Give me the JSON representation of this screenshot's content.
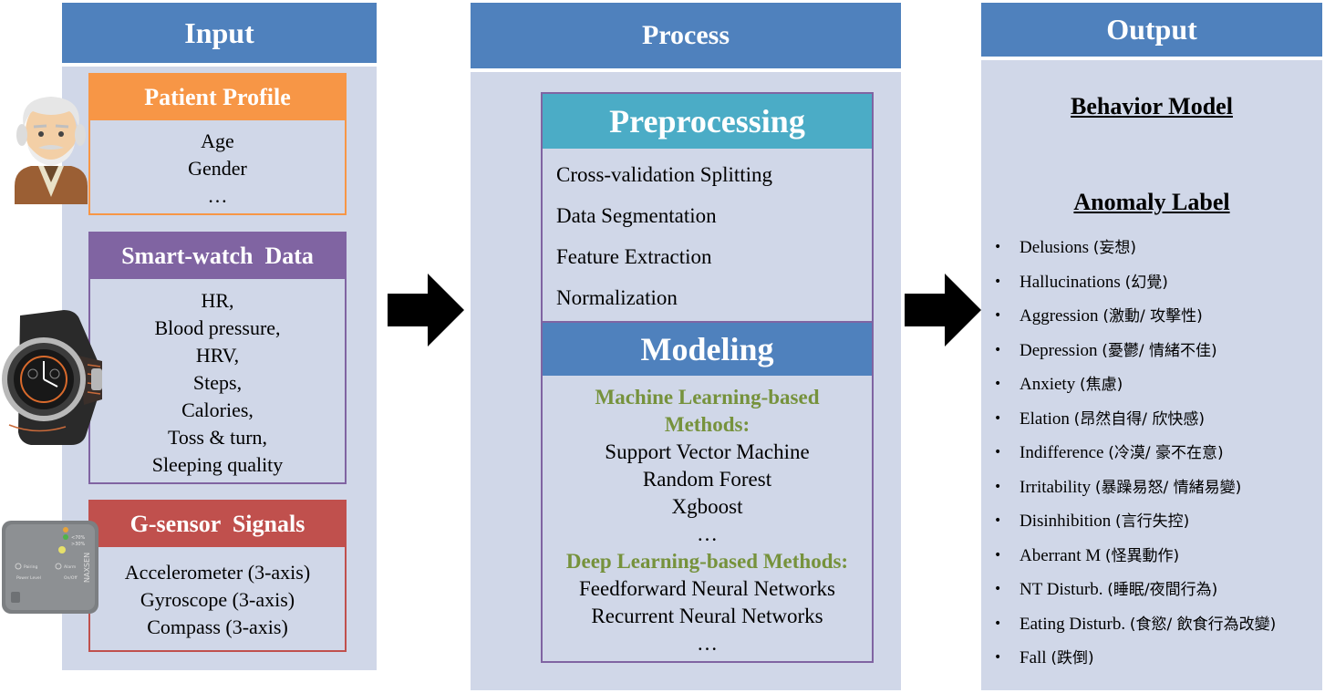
{
  "input": {
    "header": "Input",
    "patient_profile": {
      "title": "Patient Profile",
      "items": [
        "Age",
        "Gender",
        "…"
      ]
    },
    "smartwatch": {
      "title": "Smart-watch  Data",
      "items": [
        "HR,",
        "Blood pressure,",
        "HRV,",
        "Steps,",
        "Calories,",
        "Toss & turn,",
        "Sleeping quality"
      ]
    },
    "gsensor": {
      "title": "G-sensor  Signals",
      "items": [
        "Accelerometer (3-axis)",
        "Gyroscope (3-axis)",
        "Compass (3-axis)"
      ]
    }
  },
  "process": {
    "header": "Process",
    "preprocessing": {
      "title": "Preprocessing",
      "items": [
        "Cross-validation Splitting",
        "Data Segmentation",
        "Feature Extraction",
        "Normalization"
      ]
    },
    "modeling": {
      "title": "Modeling",
      "ml_heading_1": "Machine Learning-based",
      "ml_heading_2": "Methods:",
      "ml_items": [
        "Support Vector Machine",
        "Random Forest",
        "Xgboost",
        "…"
      ],
      "dl_heading": "Deep Learning-based Methods:",
      "dl_items": [
        "Feedforward Neural Networks",
        "Recurrent Neural Networks",
        "…"
      ]
    }
  },
  "output": {
    "header": "Output",
    "behavior_model": "Behavior Model",
    "anomaly_label": "Anomaly Label",
    "anomalies": [
      {
        "en": "Delusions ",
        "zh": "(妄想)"
      },
      {
        "en": "Hallucinations ",
        "zh": "(幻覺)"
      },
      {
        "en": "Aggression ",
        "zh": "(激動/ 攻擊性)"
      },
      {
        "en": "Depression ",
        "zh": "(憂鬱/ 情緒不佳)"
      },
      {
        "en": "Anxiety ",
        "zh": "(焦慮)"
      },
      {
        "en": "Elation ",
        "zh": "(昂然自得/ 欣快感)"
      },
      {
        "en": "Indifference ",
        "zh": "(冷漠/ 豪不在意)"
      },
      {
        "en": "Irritability ",
        "zh": "(暴躁易怒/ 情緒易變)"
      },
      {
        "en": "Disinhibition ",
        "zh": "(言行失控)"
      },
      {
        "en": "Aberrant M ",
        "zh": "(怪異動作)"
      },
      {
        "en": "NT Disturb. ",
        "zh": "(睡眠/夜間行為)"
      },
      {
        "en": "Eating Disturb. ",
        "zh": "(食慾/ 飲食行為改變)"
      },
      {
        "en": "Fall ",
        "zh": "(跌倒)"
      }
    ]
  },
  "device": {
    "brand": "NAXSEN",
    "labels": [
      "Pairing",
      "Power Level",
      "Alarm",
      "On/Off",
      "<70%",
      ">30%"
    ]
  },
  "colors": {
    "header_blue": "#4f81bd",
    "panel_bg": "#d0d7e8",
    "patient_orange": "#f79646",
    "smartwatch_purple": "#8064a2",
    "gsensor_red": "#c0504d",
    "preprocessing_teal": "#4bacc6",
    "method_green": "#76923c"
  },
  "icons": [
    "elderly-person-icon",
    "smartwatch-icon",
    "g-sensor-device-icon",
    "right-arrow-icon"
  ]
}
